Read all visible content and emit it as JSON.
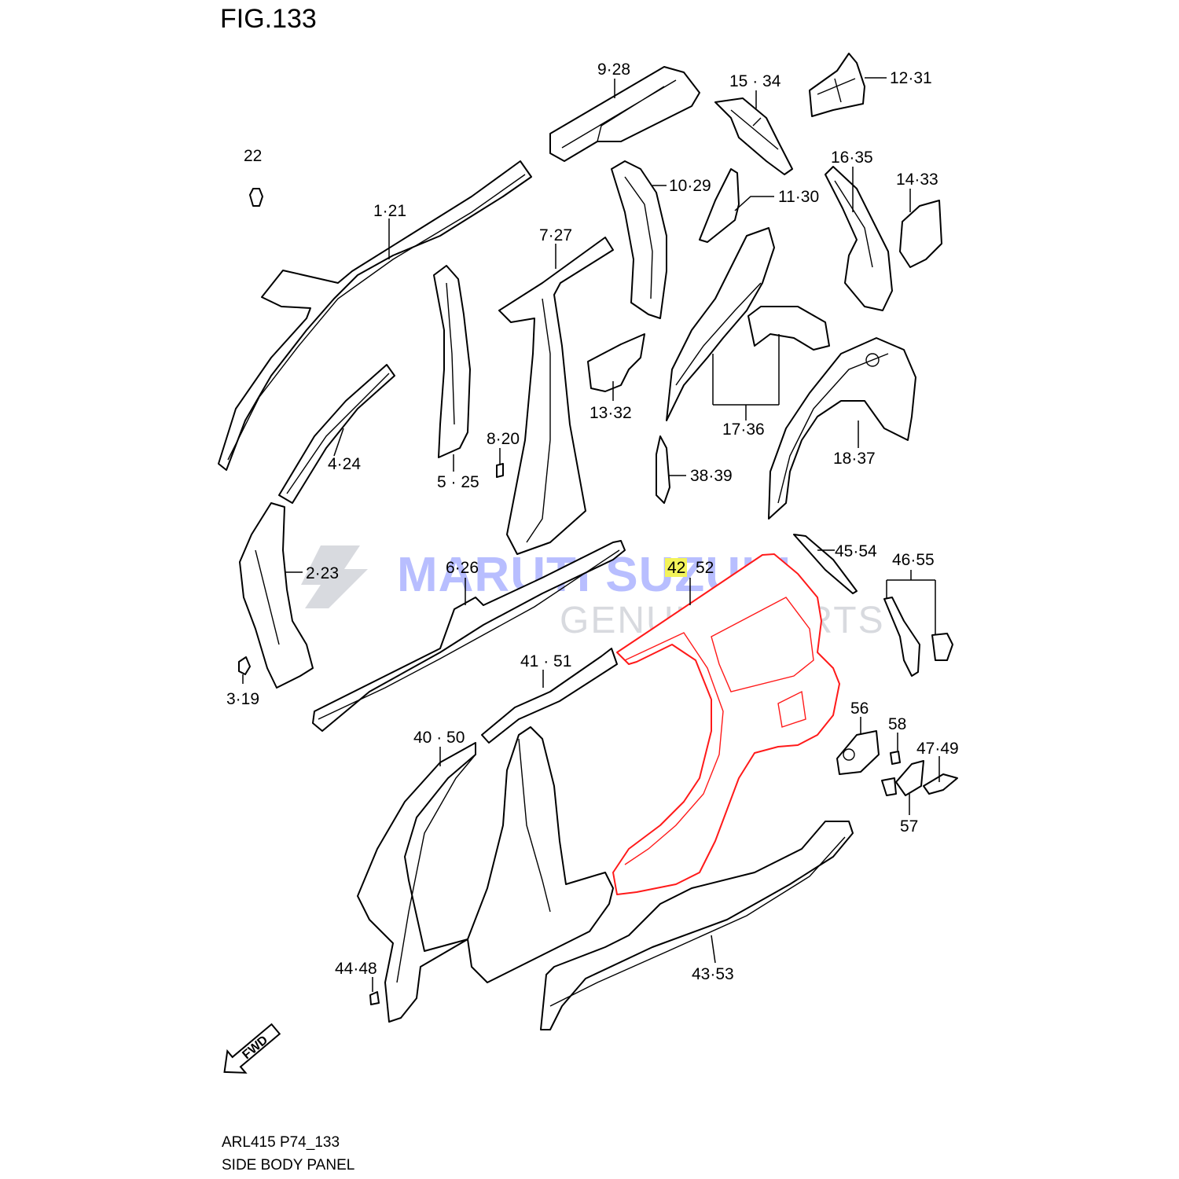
{
  "figure": {
    "title": "FIG.133",
    "code": "ARL415 P74_133",
    "name": "SIDE BODY PANEL"
  },
  "watermark": {
    "brand": "MARUTI SUZUKI",
    "tagline": "GENUINE PARTS"
  },
  "direction_label": "FWD",
  "highlighted_part": "42",
  "callouts": {
    "c_9_28": "9·28",
    "c_15_34": "15 · 34",
    "c_12_31": "12·31",
    "c_22": "22",
    "c_1_21": "1·21",
    "c_10_29": "10·29",
    "c_11_30": "11·30",
    "c_16_35": "16·35",
    "c_14_33": "14·33",
    "c_7_27": "7·27",
    "c_13_32": "13·32",
    "c_17_36": "17·36",
    "c_8_20": "8·20",
    "c_4_24": "4·24",
    "c_5_25": "5 · 25",
    "c_18_37": "18·37",
    "c_38_39": "38·39",
    "c_45_54": "45·54",
    "c_46_55": "46·55",
    "c_2_23": "2·23",
    "c_6_26": "6·26",
    "c_42": "42",
    "c_52": "52",
    "c_41_51": "41 · 51",
    "c_3_19": "3·19",
    "c_56": "56",
    "c_58": "58",
    "c_47_49": "47·49",
    "c_40_50": "40 · 50",
    "c_57": "57",
    "c_44_48": "44·48",
    "c_43_53": "43·53"
  },
  "colors": {
    "highlight_outline": "#ff1a1a",
    "highlight_label_bg": "#f3f35a",
    "watermark_brand": "#8c96ff",
    "watermark_tagline": "#b8bcc4"
  }
}
